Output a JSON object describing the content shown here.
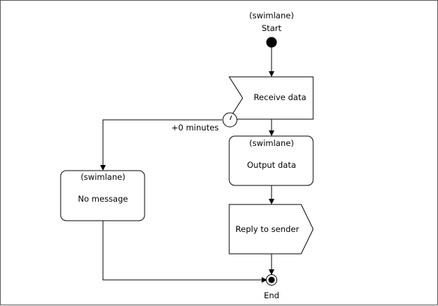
{
  "start": {
    "lane": "(swimlane)",
    "label": "Start"
  },
  "receive": {
    "label": "Receive data"
  },
  "timer": {
    "label": "+0 minutes"
  },
  "output": {
    "lane": "(swimlane)",
    "label": "Output data"
  },
  "nomessage": {
    "lane": "(swimlane)",
    "label": "No message"
  },
  "reply": {
    "label": "Reply to sender"
  },
  "end": {
    "label": "End"
  }
}
